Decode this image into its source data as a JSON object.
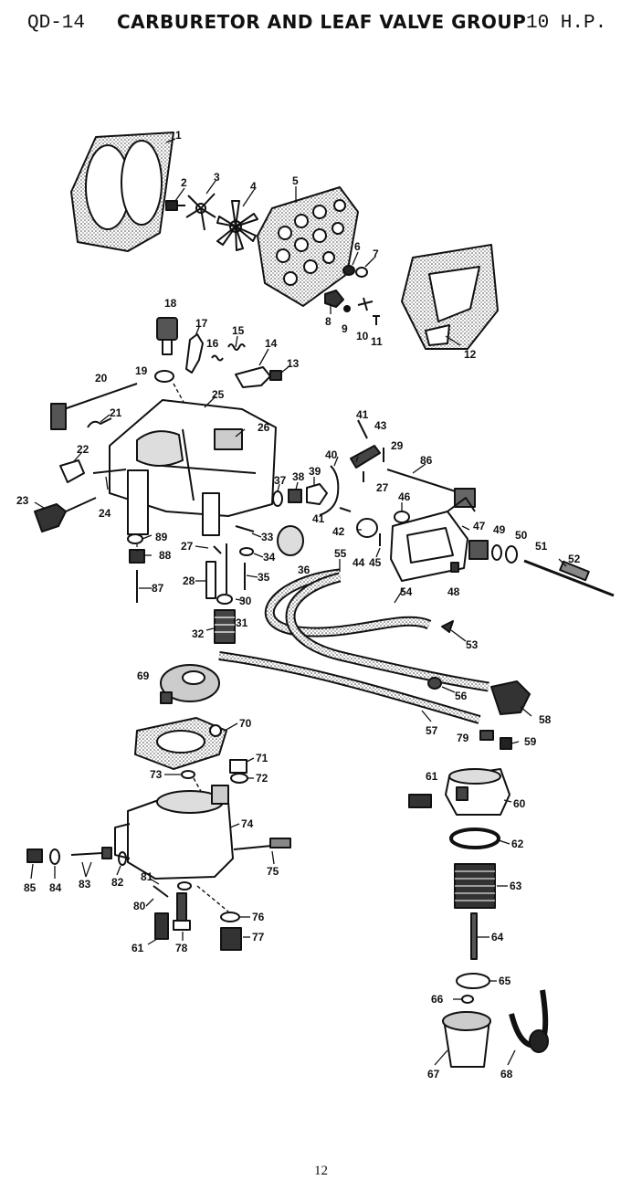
{
  "header": {
    "code": "QD-14",
    "title": "CARBURETOR AND LEAF VALVE GROUP",
    "hp": "10 H.P."
  },
  "page_number": "12",
  "callouts": [
    "1",
    "2",
    "3",
    "4",
    "5",
    "6",
    "7",
    "8",
    "9",
    "10",
    "11",
    "12",
    "13",
    "14",
    "15",
    "16",
    "17",
    "18",
    "19",
    "20",
    "21",
    "22",
    "23",
    "24",
    "25",
    "26",
    "27",
    "28",
    "29",
    "30",
    "31",
    "32",
    "33",
    "34",
    "35",
    "36",
    "37",
    "38",
    "39",
    "40",
    "41",
    "42",
    "43",
    "44",
    "45",
    "46",
    "47",
    "48",
    "49",
    "50",
    "51",
    "52",
    "53",
    "54",
    "55",
    "56",
    "57",
    "58",
    "59",
    "60",
    "61",
    "62",
    "63",
    "64",
    "65",
    "66",
    "67",
    "68",
    "69",
    "70",
    "71",
    "72",
    "73",
    "74",
    "75",
    "76",
    "77",
    "78",
    "79",
    "80",
    "81",
    "82",
    "83",
    "84",
    "85",
    "86",
    "87",
    "88",
    "89"
  ],
  "colors": {
    "ink": "#111111",
    "paper": "#ffffff",
    "stipple": "#b8b8b8"
  }
}
